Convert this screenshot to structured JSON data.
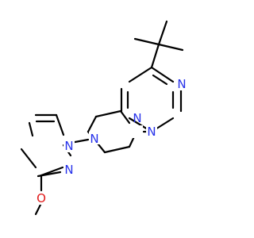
{
  "atoms": {
    "n_pipe_right": "N",
    "n_pipe_left": "N",
    "n_pyr_top_a": "N",
    "n_pyr_top_b": "N",
    "n_pyr_bot_a": "N",
    "n_pyr_bot_b": "N",
    "o_methoxy": "O"
  },
  "colors": {
    "nitrogen": "#2631ea",
    "oxygen": "#e11a1a",
    "carbon": "#000000"
  }
}
